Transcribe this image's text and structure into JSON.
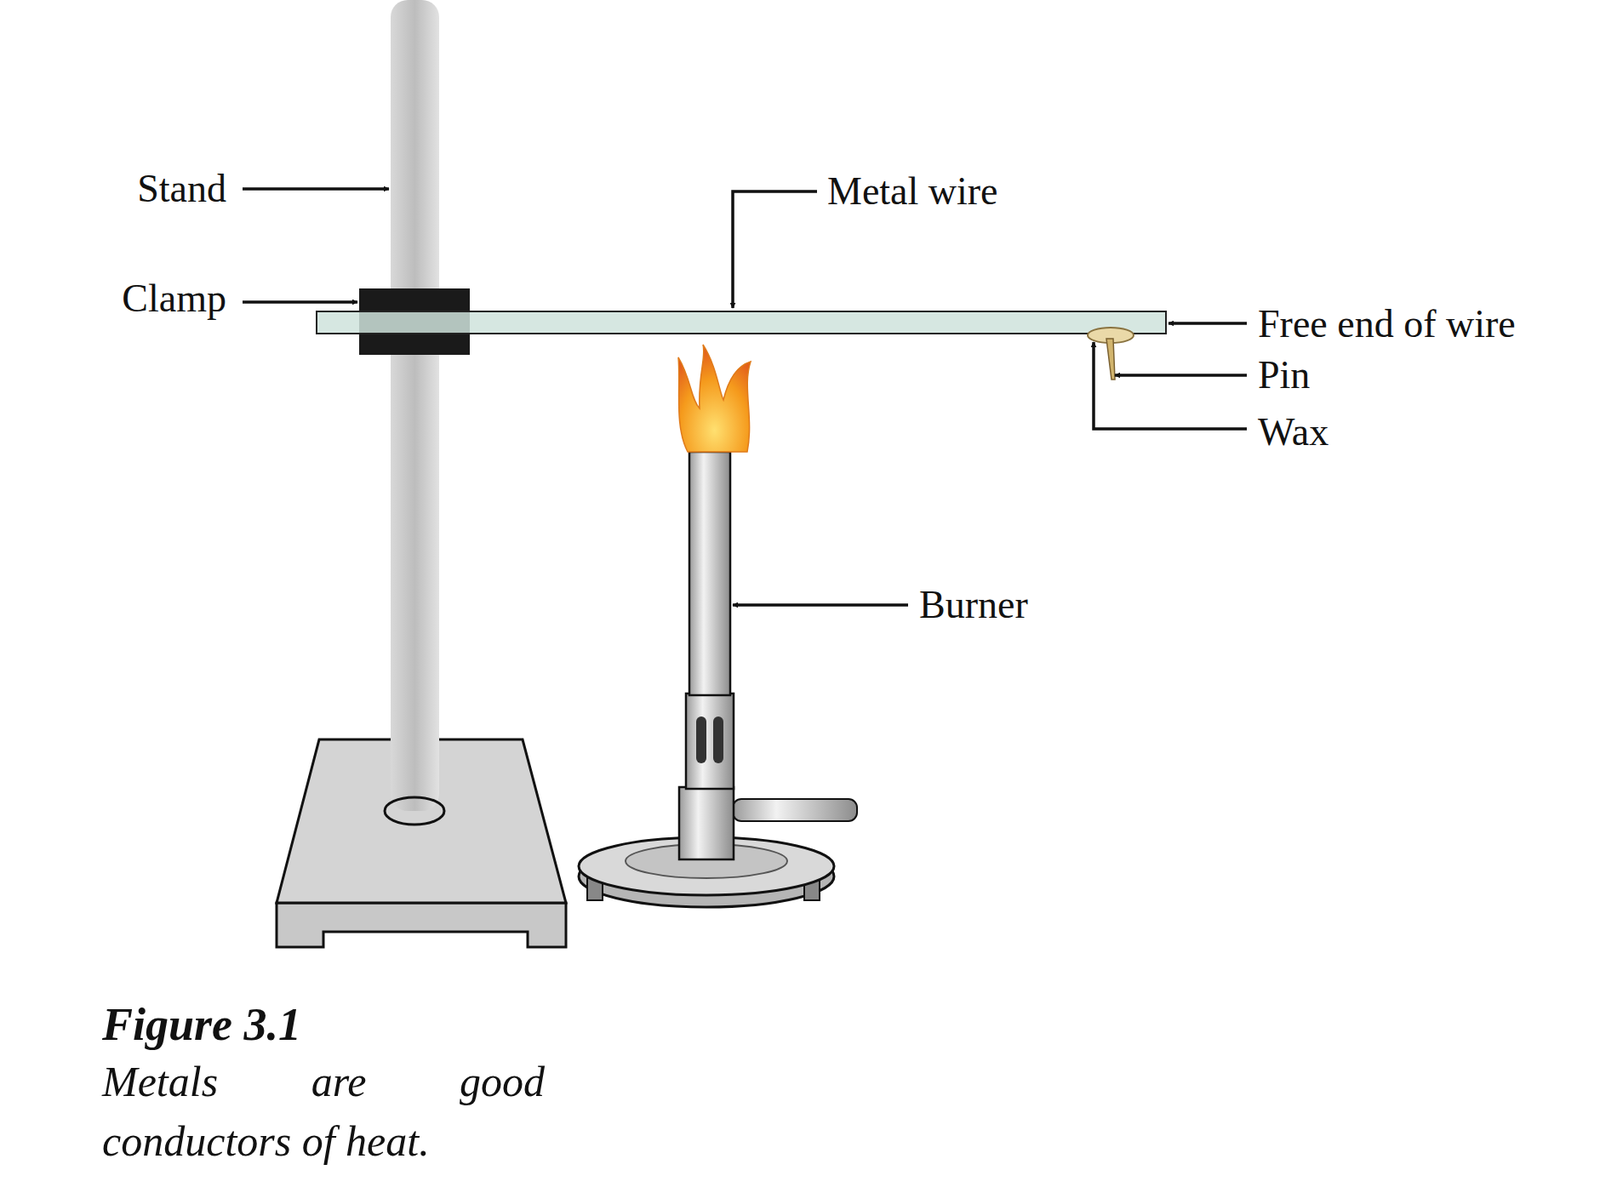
{
  "diagram": {
    "title": "Figure 3.1",
    "caption": "Metals are good conductors of heat.",
    "labels": [
      "Stand",
      "Clamp",
      "Metal wire",
      "Free end of wire",
      "Pin",
      "Wax",
      "Burner"
    ]
  }
}
